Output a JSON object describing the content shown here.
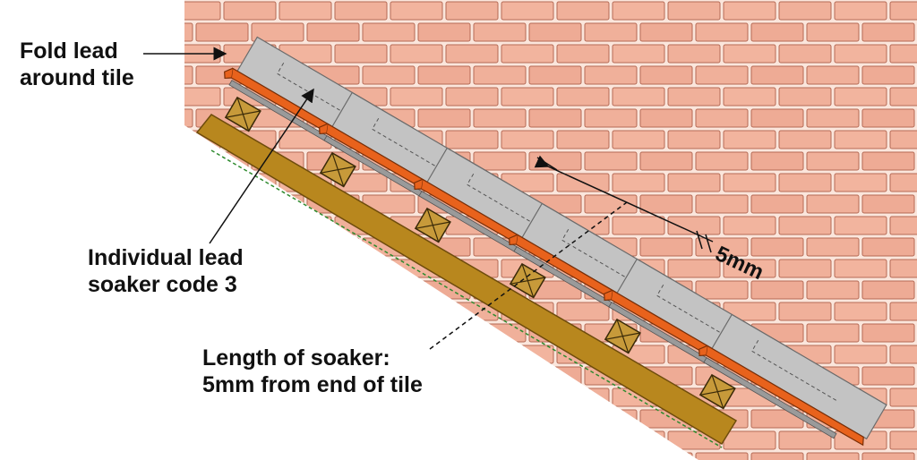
{
  "labels": {
    "fold_line1": "Fold lead",
    "fold_line2": "around tile",
    "soaker_line1": "Individual lead",
    "soaker_line2": "soaker code 3",
    "length_line1": "Length of soaker:",
    "length_line2": "5mm from end of tile",
    "dimension": "5mm"
  },
  "colors": {
    "brick": "#f0b09a",
    "mortar": "#fbe6dc",
    "tile": "#c3c3c3",
    "lead_soaker": "#e8621c",
    "rafter": "#b8871e",
    "batten": "#c79a3a"
  },
  "courses": 6
}
